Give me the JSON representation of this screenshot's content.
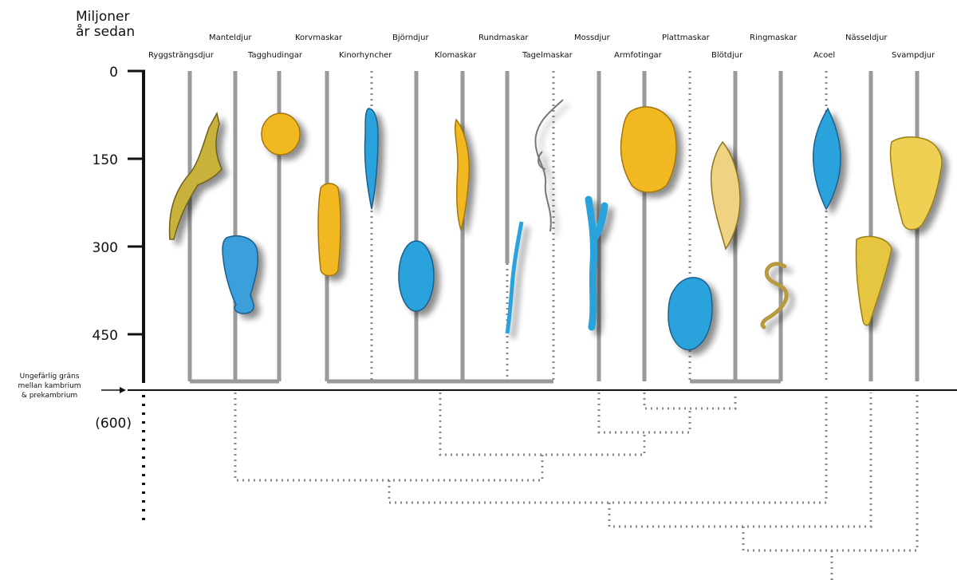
{
  "title_lines": [
    "Miljoner",
    "år sedan"
  ],
  "axis": {
    "ticks": [
      "0",
      "150",
      "300",
      "450"
    ],
    "precambrian_tick": "(600)"
  },
  "boundary_note": [
    "Ungefärlig gräns",
    "mellan kambrium",
    "& prekambrium"
  ],
  "taxa": [
    "Ryggsträngsdjur",
    "Manteldjur",
    "Tagghudingar",
    "Korvmaskar",
    "Kinorhyncher",
    "Björndjur",
    "Klomaskar",
    "Rundmaskar",
    "Tagelmaskar",
    "Mossdjur",
    "Armfotingar",
    "Plattmaskar",
    "Blötdjur",
    "Ringmaskar",
    "Acoel",
    "Nässeldjur",
    "Svampdjur"
  ],
  "colors": {
    "lineage_gray": "#9a9a9a",
    "fossil_yellow": "#f2b820",
    "fossil_olive": "#c8b23a",
    "fossil_blue": "#2aa3dd",
    "axis_black": "#111111"
  }
}
